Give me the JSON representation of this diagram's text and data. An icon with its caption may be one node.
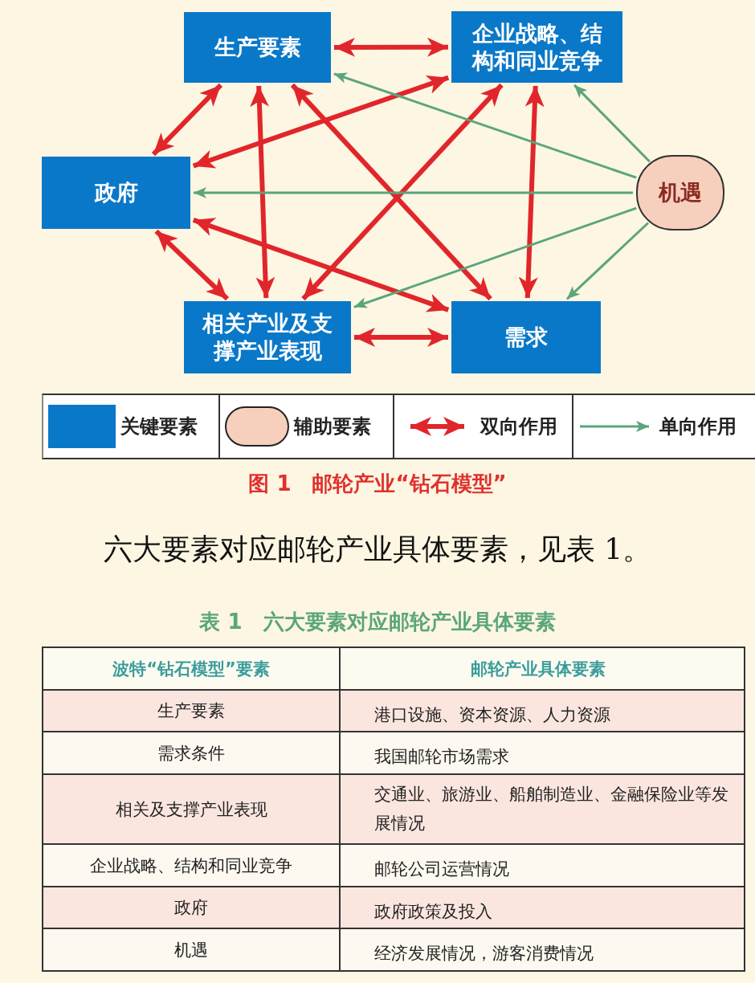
{
  "diagram": {
    "caption": "图 1　邮轮产业“钻石模型”",
    "nodes": [
      {
        "text": [
          "生产要素"
        ]
      },
      {
        "text": [
          "企业战略、结构和同业竞争"
        ]
      },
      {
        "text": [
          "政府"
        ]
      },
      {
        "text": [
          "机遇"
        ]
      },
      {
        "text": [
          "相关产业及支撑产业表现"
        ]
      },
      {
        "text": [
          "需求"
        ]
      }
    ],
    "edges": [
      {
        "from": 0,
        "to": 1,
        "arrow": "both"
      },
      {
        "from": 0,
        "to": 2,
        "arrow": "both"
      },
      {
        "from": 0,
        "to": 4,
        "arrow": "both"
      },
      {
        "from": 0,
        "to": 5,
        "arrow": "both"
      },
      {
        "from": 1,
        "to": 2,
        "arrow": "both"
      },
      {
        "from": 1,
        "to": 4,
        "arrow": "both"
      },
      {
        "from": 1,
        "to": 5,
        "arrow": "both"
      },
      {
        "from": 2,
        "to": 4,
        "arrow": "both"
      },
      {
        "from": 2,
        "to": 5,
        "arrow": "both"
      },
      {
        "from": 4,
        "to": 5,
        "arrow": "both"
      },
      {
        "from": 3,
        "to": 1,
        "arrow": "to",
        "color": "#5aa57c"
      },
      {
        "from": 3,
        "to": 0,
        "arrow": "to",
        "color": "#5aa57c"
      },
      {
        "from": 3,
        "to": 2,
        "arrow": "to",
        "color": "#5aa57c"
      },
      {
        "from": 3,
        "to": 4,
        "arrow": "to",
        "color": "#5aa57c"
      },
      {
        "from": 3,
        "to": 5,
        "arrow": "to",
        "color": "#5aa57c"
      }
    ],
    "labels": [
      "六大要素对应邮轮产业具体要素，见表 1。",
      "表 1　六大要素对应邮轮产业具体要素",
      "波特“钻石模型”要素",
      "邮轮产业具体要素",
      "生产要素",
      "港口设施、资本资源、人力资源",
      "需求条件",
      "我国邮轮市场需求",
      "相关及支撑产业表现",
      "交通业、旅游业、船舶制造业、金融保险业等发展情况",
      "企业战略、结构和同业竞争",
      "邮轮公司运营情况",
      "政府",
      "政府政策及投入",
      "机遇",
      "经济发展情况，游客消费情况"
    ],
    "legend": [
      {
        "text": "关键要素",
        "color": "#0a78c8"
      },
      {
        "text": "辅助要素",
        "color": "#f7cfbd"
      },
      {
        "text": "双向作用"
      },
      {
        "text": "单向作用"
      }
    ]
  }
}
